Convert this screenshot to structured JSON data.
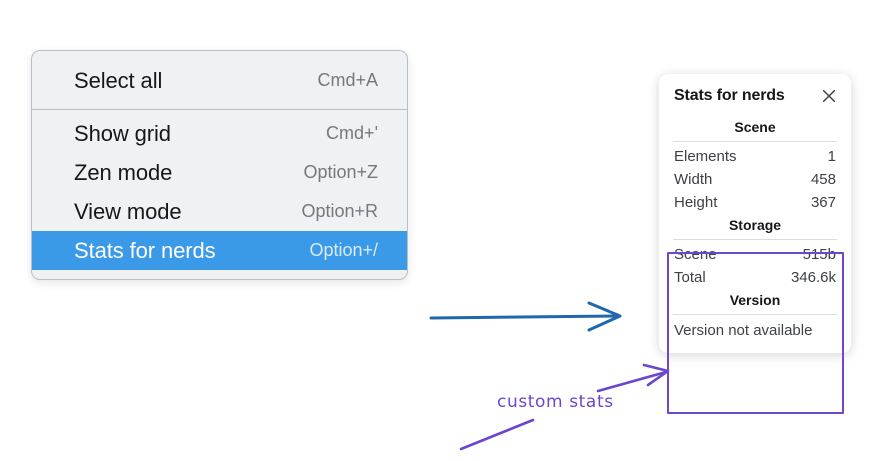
{
  "context_menu": {
    "groups": [
      {
        "items": [
          {
            "label": "Select all",
            "shortcut": "Cmd+A",
            "selected": false
          }
        ]
      },
      {
        "items": [
          {
            "label": "Show grid",
            "shortcut": "Cmd+'",
            "selected": false
          },
          {
            "label": "Zen mode",
            "shortcut": "Option+Z",
            "selected": false
          },
          {
            "label": "View mode",
            "shortcut": "Option+R",
            "selected": false
          },
          {
            "label": "Stats for nerds",
            "shortcut": "Option+/",
            "selected": true
          }
        ]
      }
    ],
    "highlight_color": "#3b9ae8"
  },
  "stats_panel": {
    "title": "Stats for nerds",
    "close_icon": "close-icon",
    "sections": [
      {
        "heading": "Scene",
        "rows": [
          {
            "key": "Elements",
            "value": "1"
          },
          {
            "key": "Width",
            "value": "458"
          },
          {
            "key": "Height",
            "value": "367"
          }
        ]
      },
      {
        "heading": "Storage",
        "rows": [
          {
            "key": "Scene",
            "value": "515b"
          },
          {
            "key": "Total",
            "value": "346.6k"
          }
        ]
      },
      {
        "heading": "Version",
        "note": "Version not available",
        "rows": []
      }
    ]
  },
  "annotations": {
    "custom_stats_label": "custom stats",
    "arrow_color": "#1f68ad",
    "highlight_color": "#7046d0"
  }
}
